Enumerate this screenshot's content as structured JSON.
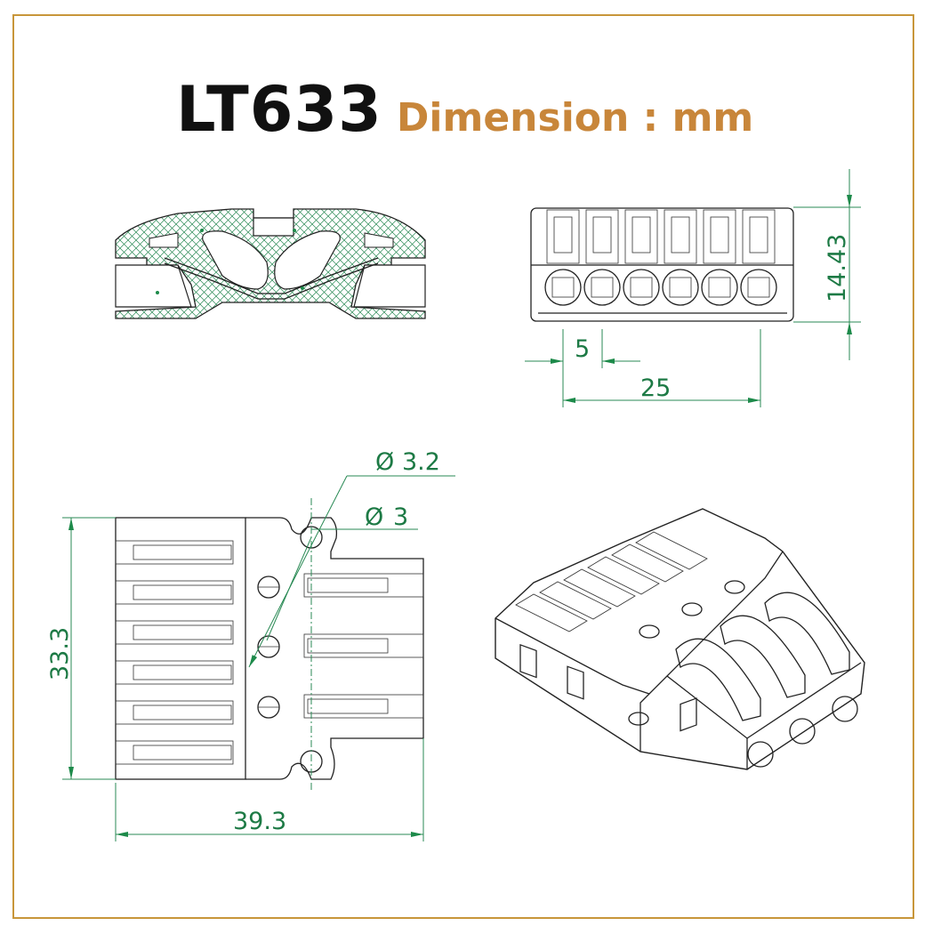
{
  "title": {
    "model": "LT633",
    "unit_label": "Dimension : mm"
  },
  "dimensions": {
    "height": "14.43",
    "pitch": "5",
    "width_front": "25",
    "hole_large": "3.2",
    "hole_small": "3",
    "depth": "33.3",
    "length": "39.3"
  },
  "diameter_symbol": "Ø",
  "colors": {
    "frame": "#c8963a",
    "unit_text": "#c8863a",
    "dimension": "#1d7a45",
    "hatch": "#2a8a55"
  }
}
